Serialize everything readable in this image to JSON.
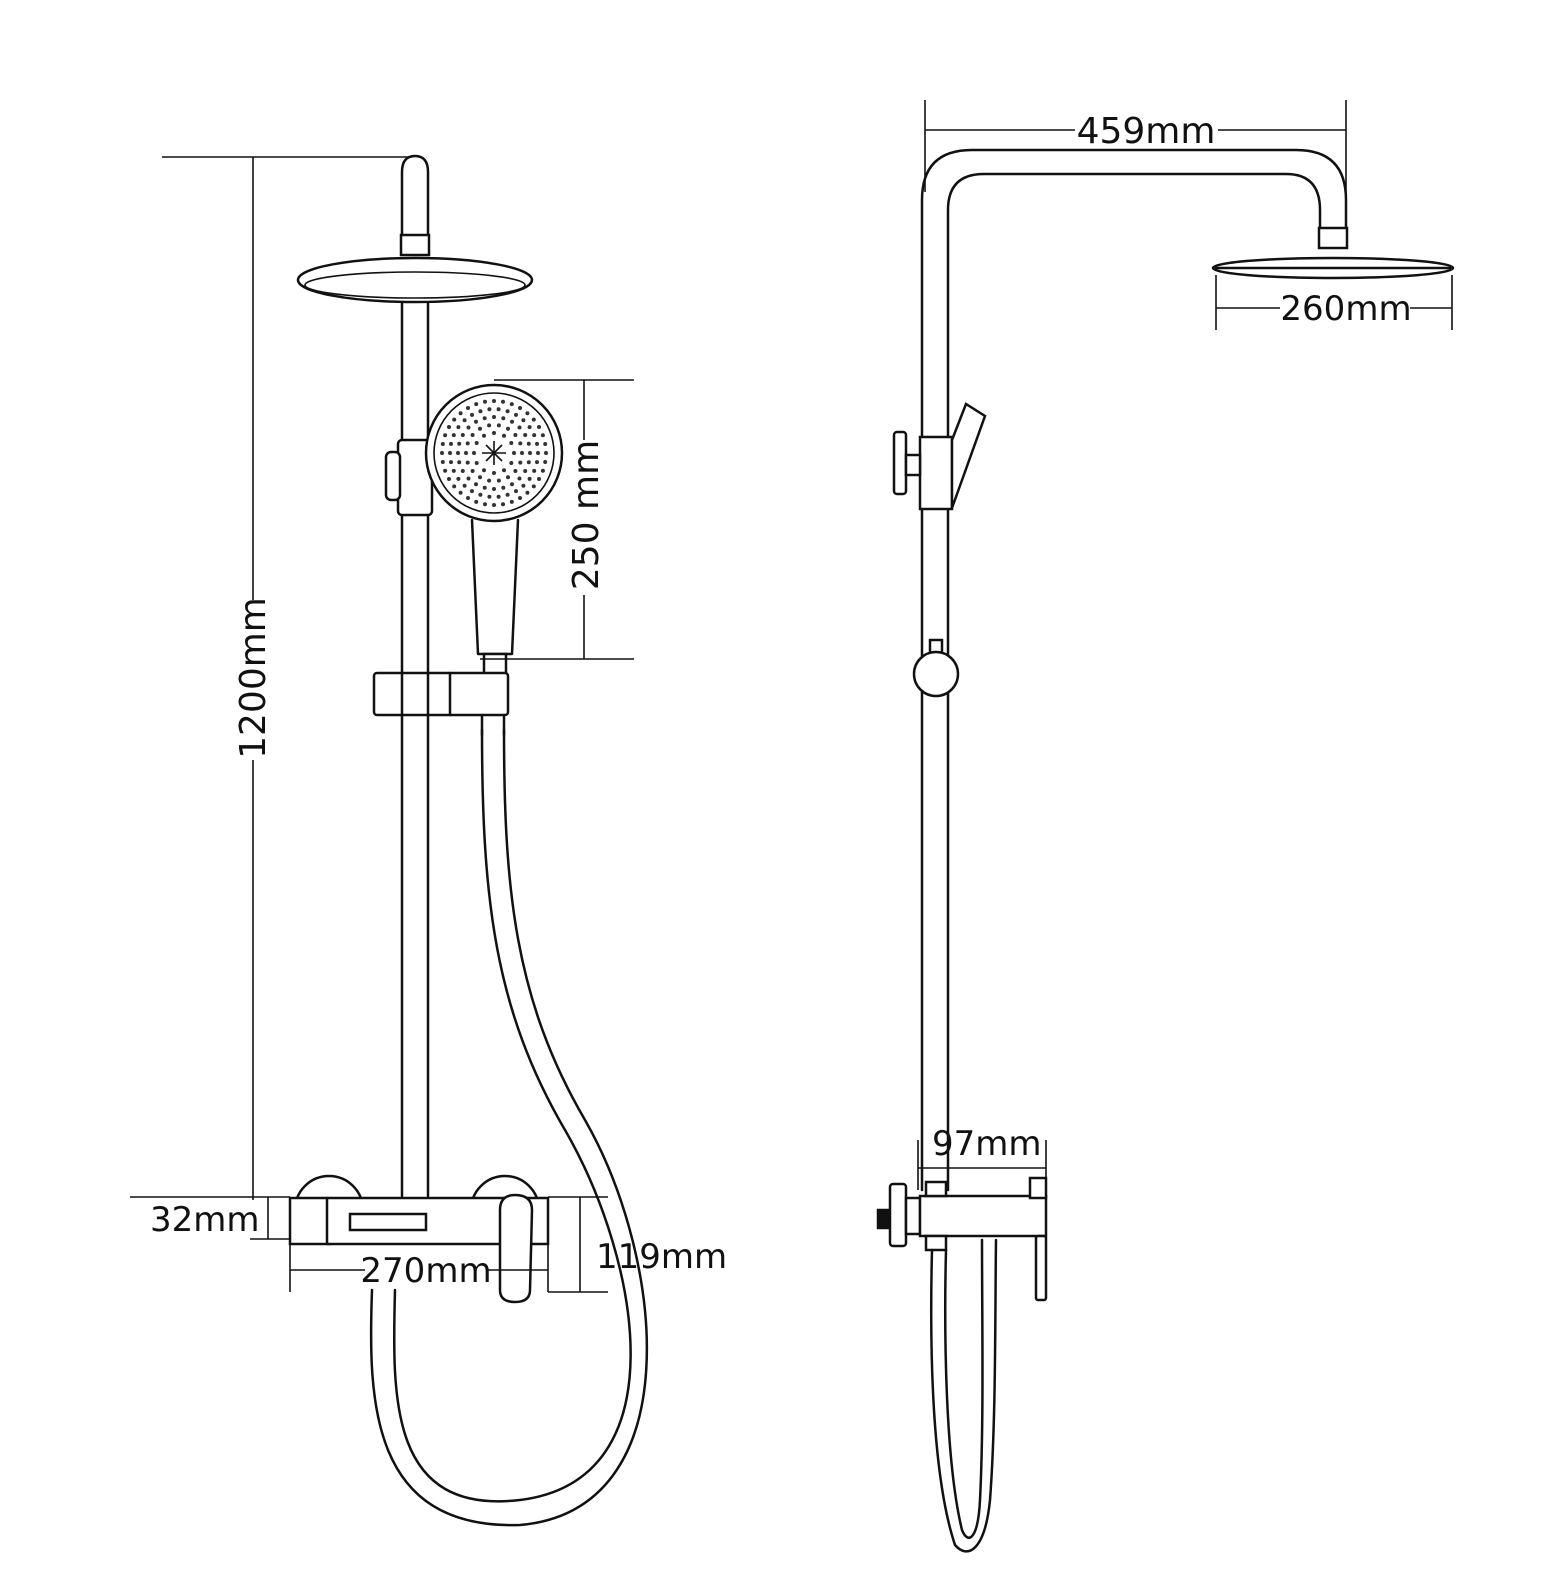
{
  "dimensions": {
    "total_height": "1200mm",
    "handheld_height": "250 mm",
    "arm_width": "459mm",
    "head_diameter": "260mm",
    "valve_depth": "97mm",
    "valve_height": "32mm",
    "valve_width": "270mm",
    "valve_drop": "119mm"
  },
  "colors": {
    "line": "#111111",
    "background": "#ffffff"
  }
}
